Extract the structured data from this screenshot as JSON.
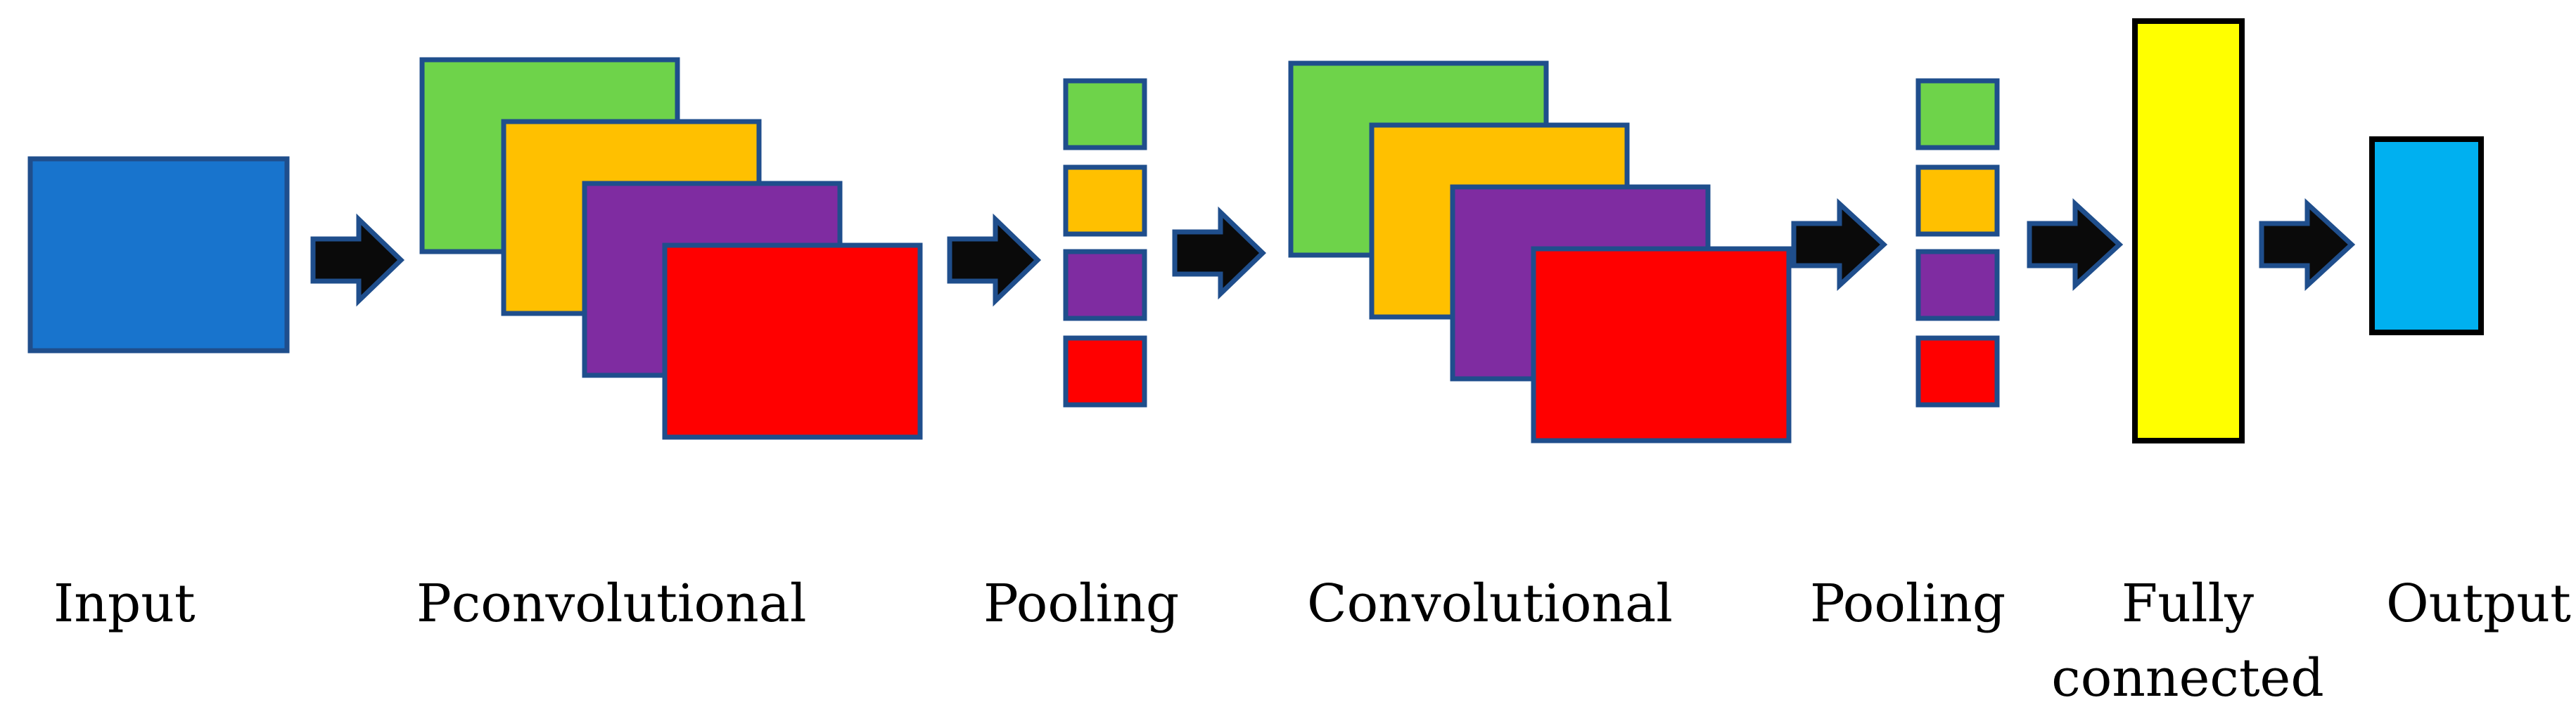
{
  "colors": {
    "outline": "#1F4E8C",
    "input": "#1874CD",
    "green": "#6ED34A",
    "orange": "#FFC000",
    "purple": "#7F2CA1",
    "red": "#FF0000",
    "fully_connected": "#FFFF00",
    "fc_outline": "#000000",
    "output": "#00B0F0",
    "arrow_fill": "#0A0A0A",
    "arrow_outline": "#1F4E8C"
  },
  "labels": {
    "input": "Input",
    "conv1": "Pconvolutional",
    "pool1": "Pooling",
    "conv2": "Convolutional",
    "pool2": "Pooling",
    "fc_line1": "Fully",
    "fc_line2": "connected",
    "output": "Output"
  }
}
